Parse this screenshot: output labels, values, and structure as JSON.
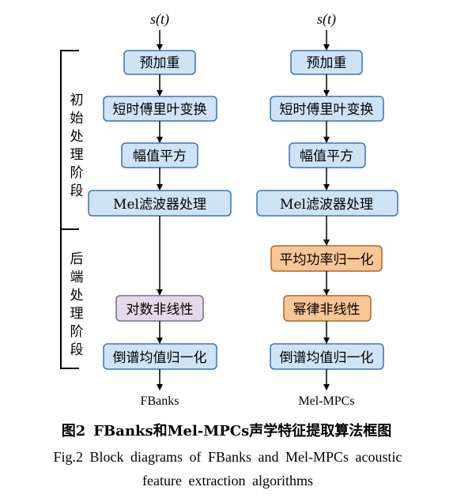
{
  "input_label": "s(t)",
  "stages": {
    "front": "初始处理阶段",
    "back": "后端处理阶段"
  },
  "fbanks": {
    "steps": [
      "预加重",
      "短时傅里叶变换",
      "幅值平方",
      "Mel滤波器处理",
      "对数非线性",
      "倒谱均值归一化"
    ],
    "output": "FBanks"
  },
  "melmpcs": {
    "steps": [
      "预加重",
      "短时傅里叶变换",
      "幅值平方",
      "Mel滤波器处理",
      "平均功率归一化",
      "幂律非线性",
      "倒谱均值归一化"
    ],
    "output": "Mel-MPCs"
  },
  "colors": {
    "blue_fill": "#cfe3f7",
    "blue_stroke": "#3b72b8",
    "purple_fill": "#e4d9ea",
    "purple_stroke": "#7c6a8e",
    "orange_fill": "#f8c594",
    "orange_stroke": "#b0642a"
  },
  "caption": {
    "cn_fig": "图2",
    "cn_text": "FBanks和Mel-MPCs声学特征提取算法框图",
    "en_line1": "Fig.2  Block diagrams of FBanks and Mel-MPCs acoustic",
    "en_line2": "feature extraction algorithms"
  }
}
